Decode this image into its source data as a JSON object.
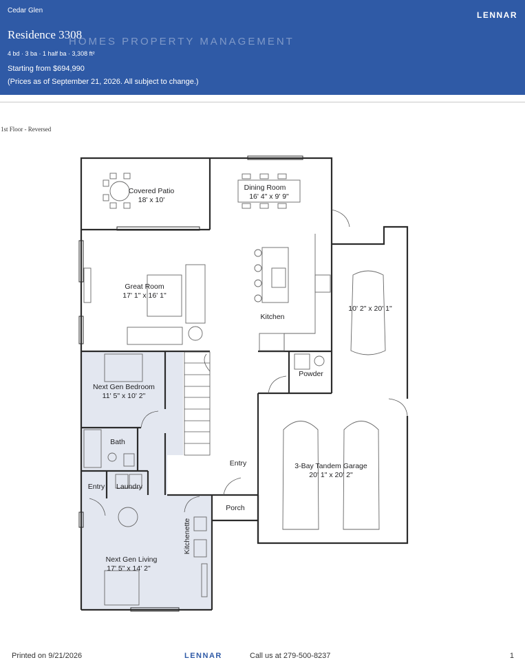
{
  "header": {
    "community": "Cedar Glen",
    "brand": "LENNAR",
    "watermark": "HOMES PROPERTY MANAGEMENT",
    "plan_name": "Residence 3308",
    "specs": "4 bd · 3 ba · 1 half ba · 3,308 ft²",
    "price": "Starting from $694,990",
    "price_note": "(Prices as of September 21, 2026. All subject to change.)"
  },
  "floor_label": "1st Floor - Reversed",
  "rooms": [
    {
      "name": "Covered Patio",
      "dims": "18' x 10'"
    },
    {
      "name": "Dining Room",
      "dims": "16' 4\" x 9' 9\""
    },
    {
      "name": "Great Room",
      "dims": "17' 1\" x 16' 1\""
    },
    {
      "name": "Kitchen",
      "dims": ""
    },
    {
      "name": "",
      "dims": "10' 2\" x 20' 1\""
    },
    {
      "name": "Powder",
      "dims": ""
    },
    {
      "name": "Next Gen Bedroom",
      "dims": "11' 5\" x 10' 2\""
    },
    {
      "name": "Bath",
      "dims": ""
    },
    {
      "name": "Entry",
      "dims": ""
    },
    {
      "name": "3-Bay Tandem Garage",
      "dims": "20' 1\" x 20' 2\""
    },
    {
      "name": "Entry",
      "dims": ""
    },
    {
      "name": "Laundry",
      "dims": ""
    },
    {
      "name": "Porch",
      "dims": ""
    },
    {
      "name": "Kitchenette",
      "dims": ""
    },
    {
      "name": "Next Gen Living",
      "dims": "17' 5\" x 14' 2\""
    }
  ],
  "colors": {
    "header_bg": "#2f5aa6",
    "next_gen_fill": "#e3e7f0",
    "wall": "#2b2b2b"
  },
  "footer": {
    "printed": "Printed on 9/21/2026",
    "logo": "LENNAR",
    "call": "Call us at 279-500-8237",
    "page": "1"
  }
}
